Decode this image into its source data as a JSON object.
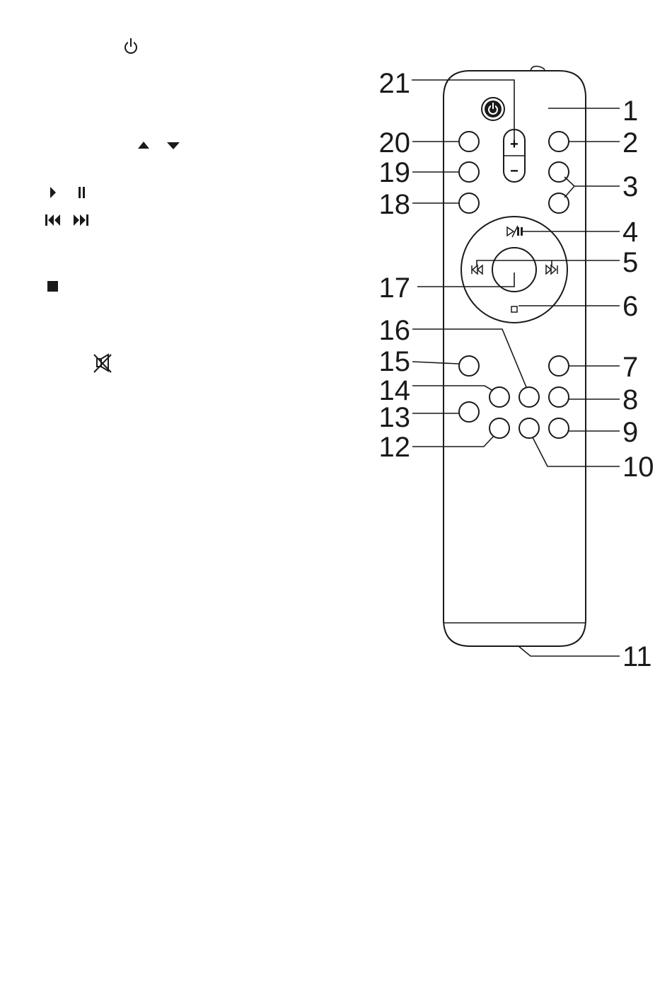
{
  "legend_icons": [
    {
      "id": "power",
      "icon": "power-icon"
    },
    {
      "id": "up-down",
      "icons": [
        "up-arrow-icon",
        "down-arrow-icon"
      ]
    },
    {
      "id": "play-pause",
      "icons": [
        "play-icon",
        "pause-icon"
      ]
    },
    {
      "id": "skip",
      "icons": [
        "previous-track-icon",
        "next-track-icon"
      ]
    },
    {
      "id": "stop",
      "icon": "stop-icon"
    },
    {
      "id": "mute",
      "icon": "mute-icon"
    }
  ],
  "remote": {
    "volume_plus": "+",
    "volume_minus": "−"
  },
  "callouts": [
    "1",
    "2",
    "3",
    "4",
    "5",
    "6",
    "7",
    "8",
    "9",
    "10",
    "11",
    "12",
    "13",
    "14",
    "15",
    "16",
    "17",
    "18",
    "19",
    "20",
    "21"
  ]
}
